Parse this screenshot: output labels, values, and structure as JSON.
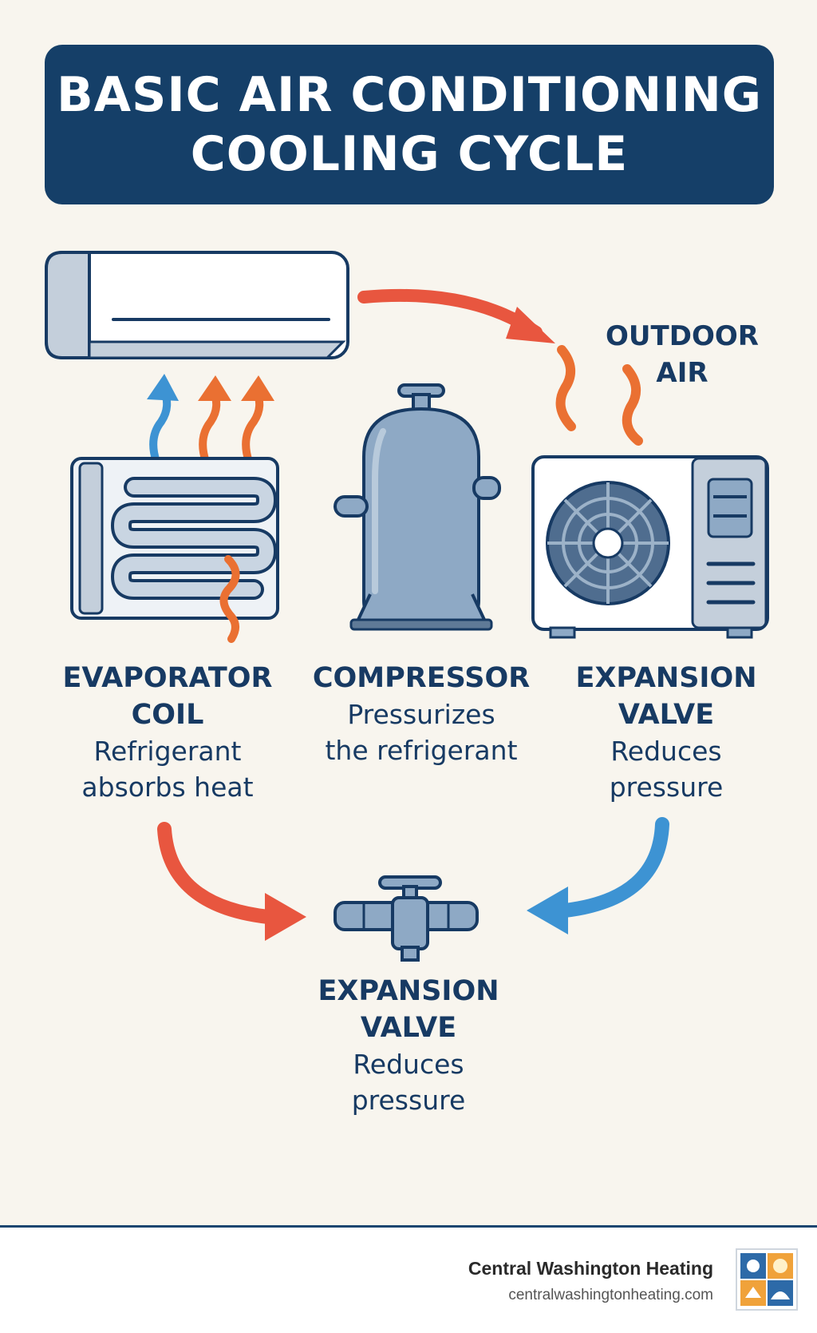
{
  "title": {
    "line1": "BASIC AIR CONDITIONING",
    "line2": "COOLING CYCLE"
  },
  "outdoor_air": {
    "line1": "OUTDOOR",
    "line2": "AIR"
  },
  "components": {
    "evaporator": {
      "head1": "EVAPORATOR",
      "head2": "COIL",
      "desc1": "Refrigerant",
      "desc2": "absorbs heat"
    },
    "compressor": {
      "head1": "COMPRESSOR",
      "desc1": "Pressurizes",
      "desc2": "the refrigerant"
    },
    "expansion_right": {
      "head1": "EXPANSION",
      "head2": "VALVE",
      "desc1": "Reduces",
      "desc2": "pressure"
    },
    "expansion_bottom": {
      "head1": "EXPANSION",
      "head2": "VALVE",
      "desc1": "Reduces",
      "desc2": "pressure"
    }
  },
  "footer": {
    "company": "Central Washington Heating",
    "url": "centralwashingtonheating.com"
  },
  "colors": {
    "navy": "#153f68",
    "hot": "#e8563f",
    "warm": "#ea7032",
    "cool": "#3d93d3",
    "steel": "#8ea9c5",
    "background": "#f8f5ee"
  }
}
